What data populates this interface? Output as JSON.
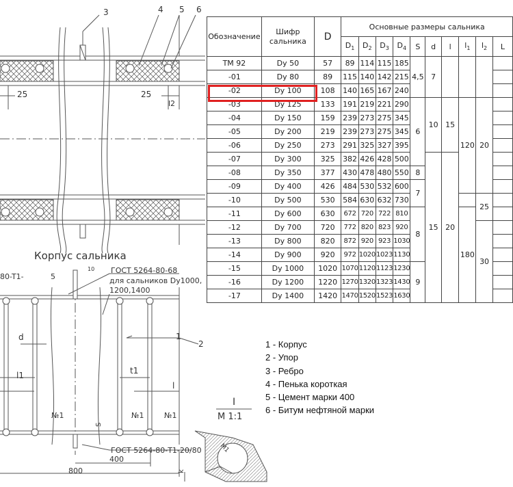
{
  "drawing": {
    "callouts": [
      "3",
      "4",
      "5",
      "6"
    ],
    "dim_25_left": "25",
    "dim_25_right": "25",
    "dim_l2": "l2",
    "housing_title": "Корпус сальника",
    "callout_steel": "80-T1-",
    "callout_5": "5",
    "dim_10": "10",
    "gost_note_line1": "ГОСТ 5264-80-68",
    "gost_note_line2": "для сальников Dy1000,",
    "gost_note_line3": "1200,1400",
    "dim_d": "d",
    "dim_l1_left": "l1",
    "dim_t1": "t1",
    "dim_l": "l",
    "callout_1": "1",
    "callout_2": "2",
    "weld_no1_a": "№1",
    "weld_no1_b": "№1",
    "weld_no1_c": "№1",
    "dim_s": "S",
    "gost_bottom": "ГОСТ 5264-80-Т1-20/80",
    "dim_400": "400",
    "dim_800": "800",
    "detail_label": "I",
    "detail_scale": "М 1:1",
    "detail_m1": "M1",
    "detail_k": "k"
  },
  "table": {
    "col_designation": "Обозначение",
    "col_code": "Шифр сальника",
    "col_D": "D",
    "group_title": "Основные размеры сальника",
    "sub_D1": "D1",
    "sub_D2": "D2",
    "sub_D3": "D3",
    "sub_D4": "D4",
    "sub_S": "S",
    "sub_d": "d",
    "sub_l": "l",
    "sub_l1": "l1",
    "sub_l2": "l2",
    "sub_L": "L",
    "rows": [
      {
        "des": "ТМ 92",
        "code": "Dy 50",
        "D": "57",
        "D1": "89",
        "D2": "114",
        "D3": "115",
        "D4": "185"
      },
      {
        "des": "-01",
        "code": "Dy 80",
        "D": "89",
        "D1": "115",
        "D2": "140",
        "D3": "142",
        "D4": "215"
      },
      {
        "des": "-02",
        "code": "Dy 100",
        "D": "108",
        "D1": "140",
        "D2": "165",
        "D3": "167",
        "D4": "240"
      },
      {
        "des": "-03",
        "code": "Dy 125",
        "D": "133",
        "D1": "191",
        "D2": "219",
        "D3": "221",
        "D4": "290"
      },
      {
        "des": "-04",
        "code": "Dy 150",
        "D": "159",
        "D1": "239",
        "D2": "273",
        "D3": "275",
        "D4": "345"
      },
      {
        "des": "-05",
        "code": "Dy 200",
        "D": "219",
        "D1": "239",
        "D2": "273",
        "D3": "275",
        "D4": "345"
      },
      {
        "des": "-06",
        "code": "Dy 250",
        "D": "273",
        "D1": "291",
        "D2": "325",
        "D3": "327",
        "D4": "395"
      },
      {
        "des": "-07",
        "code": "Dy 300",
        "D": "325",
        "D1": "382",
        "D2": "426",
        "D3": "428",
        "D4": "500"
      },
      {
        "des": "-08",
        "code": "Dy 350",
        "D": "377",
        "D1": "430",
        "D2": "478",
        "D3": "480",
        "D4": "550"
      },
      {
        "des": "-09",
        "code": "Dy 400",
        "D": "426",
        "D1": "484",
        "D2": "530",
        "D3": "532",
        "D4": "600"
      },
      {
        "des": "-10",
        "code": "Dy 500",
        "D": "530",
        "D1": "584",
        "D2": "630",
        "D3": "632",
        "D4": "730"
      },
      {
        "des": "-11",
        "code": "Dy 600",
        "D": "630",
        "D1": "672",
        "D2": "720",
        "D3": "722",
        "D4": "810"
      },
      {
        "des": "-12",
        "code": "Dy 700",
        "D": "720",
        "D1": "772",
        "D2": "820",
        "D3": "823",
        "D4": "920"
      },
      {
        "des": "-13",
        "code": "Dy 800",
        "D": "820",
        "D1": "872",
        "D2": "920",
        "D3": "923",
        "D4": "1030"
      },
      {
        "des": "-14",
        "code": "Dy 900",
        "D": "920",
        "D1": "972",
        "D2": "1020",
        "D3": "1023",
        "D4": "1130"
      },
      {
        "des": "-15",
        "code": "Dy 1000",
        "D": "1020",
        "D1": "1070",
        "D2": "1120",
        "D3": "1123",
        "D4": "1230"
      },
      {
        "des": "-16",
        "code": "Dy 1200",
        "D": "1220",
        "D1": "1270",
        "D2": "1320",
        "D3": "1323",
        "D4": "1430"
      },
      {
        "des": "-17",
        "code": "Dy 1400",
        "D": "1420",
        "D1": "1470",
        "D2": "1520",
        "D3": "1523",
        "D4": "1630"
      }
    ],
    "S_45": "4,5",
    "S_6": "6",
    "S_8a": "8",
    "S_7": "7",
    "S_8b": "8",
    "S_9": "9",
    "d_7": "7",
    "d_10": "10",
    "d_15": "15",
    "l_15": "15",
    "l_20": "20",
    "l1_120": "120",
    "l1_180": "180",
    "l2_20": "20",
    "l2_25": "25",
    "l2_30": "30"
  },
  "legend": {
    "items": [
      "1 - Корпус",
      "2 - Упор",
      "3 - Ребро",
      "4 - Пенька короткая",
      "5 - Цемент марки 400",
      "6 - Битум нефтяной марки"
    ]
  },
  "colors": {
    "highlight": "#e02020",
    "line": "#444444"
  }
}
